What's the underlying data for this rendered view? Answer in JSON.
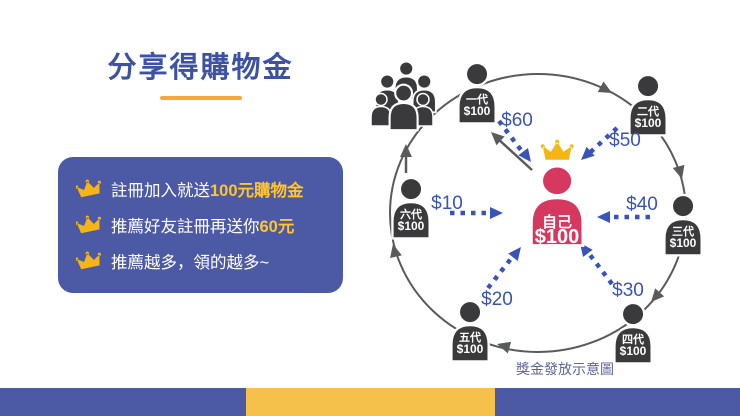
{
  "title": {
    "text": "分享得購物金"
  },
  "benefits": {
    "items": [
      {
        "text": "註冊加入就送",
        "highlight": "100元購物金"
      },
      {
        "text": "推薦好友註冊再送你",
        "highlight": "60元"
      },
      {
        "text": "推薦越多，領的越多~",
        "highlight": ""
      }
    ]
  },
  "diagram": {
    "self": {
      "label": "自己",
      "amount": "$100"
    },
    "generations": [
      {
        "label": "一代",
        "amount": "$100",
        "reward": "$60"
      },
      {
        "label": "二代",
        "amount": "$100",
        "reward": "$50"
      },
      {
        "label": "三代",
        "amount": "$100",
        "reward": "$40"
      },
      {
        "label": "四代",
        "amount": "$100",
        "reward": "$30"
      },
      {
        "label": "五代",
        "amount": "$100",
        "reward": "$20"
      },
      {
        "label": "六代",
        "amount": "$100",
        "reward": "$10"
      }
    ],
    "caption": "獎金發放示意圖"
  },
  "colors": {
    "primary_blue": "#4C59A4",
    "title_blue": "#3D52A2",
    "accent_yellow": "#FFC42E",
    "underline_orange": "#F4A93E",
    "crown_gold": "#F5B517",
    "self_red": "#D63960",
    "node_dark": "#3A3A3C",
    "arrow_gray": "#595A5C",
    "arrow_blue": "#3A53B8",
    "caption_blue": "#5D6499",
    "bar_yellow": "#F6C14A"
  }
}
